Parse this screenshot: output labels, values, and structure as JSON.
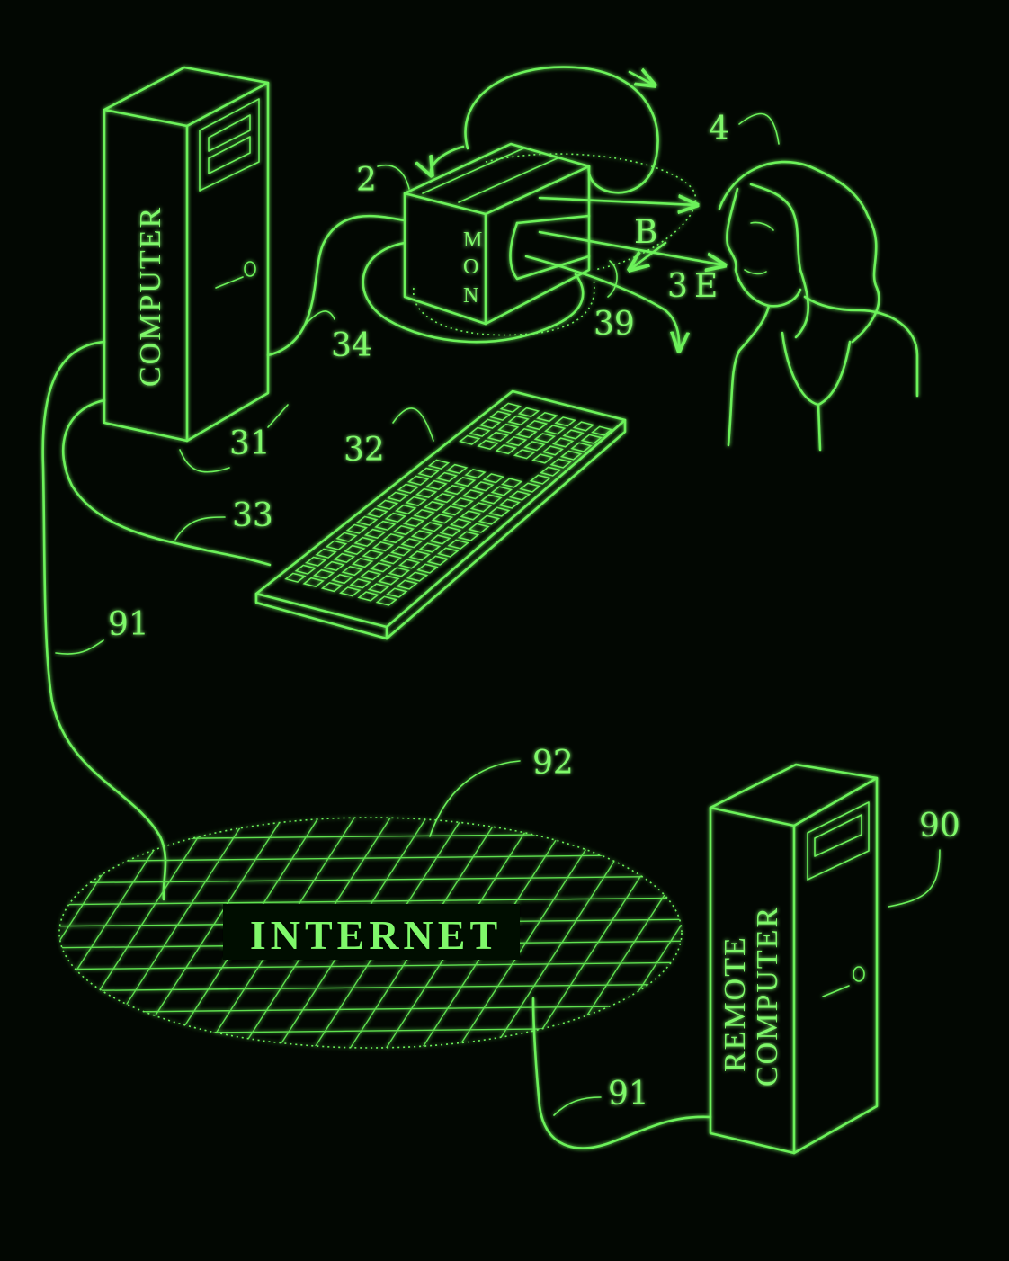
{
  "colors": {
    "background": "#020702",
    "line": "#6cf25a",
    "text": "#7ff86a"
  },
  "devices": {
    "computer_label": "COMPUTER",
    "monitor_label": [
      "M",
      "O",
      "N"
    ],
    "remote_label_line1": "REMOTE",
    "remote_label_line2": "COMPUTER",
    "network_label": "INTERNET"
  },
  "reference_numerals": {
    "monitor": "2",
    "user": "4",
    "computer": "31",
    "keyboard": "32",
    "keyboard_cable": "33",
    "monitor_cable": "34",
    "beam_b": "B",
    "beam_3": "3",
    "beam_e": "E",
    "emission": "39",
    "network_cable_top": "91",
    "internet": "92",
    "remote_computer": "90",
    "network_cable_bottom": "91"
  }
}
